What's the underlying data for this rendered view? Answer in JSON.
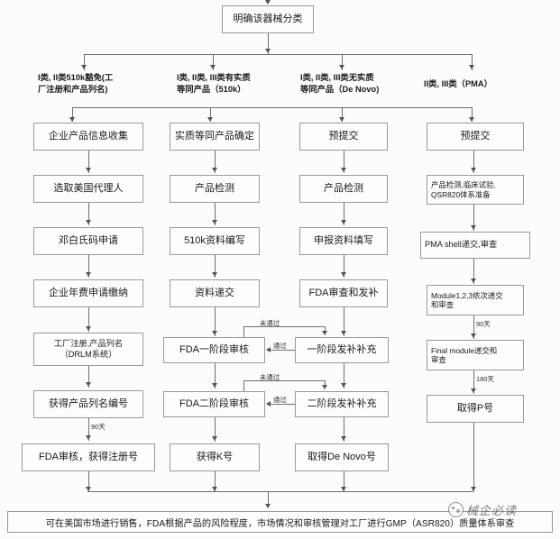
{
  "diagram": {
    "title_node": "明确该器械分类",
    "branch_captions": [
      "I类, II类510k豁免(工\n厂注册和产品列名)",
      "I类, II类, III类有实质\n等同产品（510k）",
      "I类, II类, III类无实质\n等同产品（De Novo)",
      "II类, III类（PMA）"
    ],
    "columns": [
      {
        "name": "510k-exempt",
        "nodes": [
          "企业产品信息收集",
          "选取美国代理人",
          "邓白氏码申请",
          "企业年费申请缴纳",
          "工厂注册,产品列名\n（DRLM系统）",
          "获得产品列名编号",
          "FDA审核，获得注册号"
        ]
      },
      {
        "name": "510k",
        "nodes": [
          "实质等同产品确定",
          "产品检测",
          "510k资料编写",
          "资料递交",
          "FDA一阶段审核",
          "FDA二阶段审核",
          "获得K号"
        ]
      },
      {
        "name": "de-novo",
        "nodes": [
          "预提交",
          "产品检测",
          "申报资料填写",
          "FDA审查和发补",
          "一阶段发补补充",
          "二阶段发补补充",
          "取得De Novo号"
        ]
      },
      {
        "name": "pma",
        "nodes": [
          "预提交",
          "产品检测,临床试验,\nQSR820体系准备",
          "PMA shell递交,审查",
          "Module1,2,3依次递交\n和审查",
          "Final module递交和\n审查",
          "取得P号"
        ]
      }
    ],
    "edge_labels": {
      "pass": "通过",
      "fail": "未通过",
      "days_90": "90天",
      "days_180": "180天"
    },
    "summary": "可在美国市场进行销售，FDA根据产品的风险程度，市场情况和审核管理对工厂进行GMP（ASR820）质量体系审查",
    "watermark": "械企必读"
  },
  "colors": {
    "box_border": "#9a9a9a",
    "line": "#6f6f6f",
    "arrow": "#555555",
    "text": "#1a1a1a",
    "background": "#fcfcfc"
  }
}
